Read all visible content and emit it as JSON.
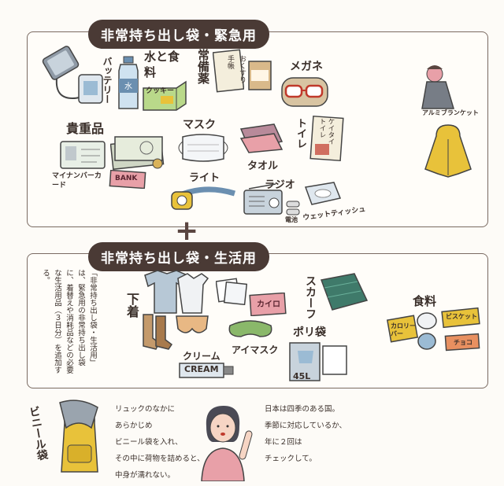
{
  "section1": {
    "title": "非常持ち出し袋・緊急用",
    "labels": {
      "battery": "バッテリー",
      "water_food": "水と食料",
      "cookie": "クッキー",
      "medicine": "常備薬",
      "medicine_notebook": "おくすり手帳",
      "glasses": "メガネ",
      "valuables": "貴重品",
      "my_number": "マイナンバーカード",
      "bank": "BANK",
      "mask": "マスク",
      "towel": "タオル",
      "toilet": "トイレ",
      "portable_toilet": "ケイタイトイレ",
      "light": "ライト",
      "radio": "ラジオ",
      "battery_cell": "電池",
      "wet_tissue": "ウェットティッシュ",
      "aluminum_blanket": "アルミブランケット"
    }
  },
  "plus_sign": "+",
  "section2": {
    "title": "非常持ち出し袋・生活用",
    "description": "「非常持ち出し袋・生活用」は、緊急用の非常持ち出し袋に、着替えや消耗品などの必要な生活用品（３日分）を追加する。",
    "labels": {
      "underwear": "下着",
      "kairo": "カイロ",
      "scarf": "スカーフ",
      "eye_mask": "アイマスク",
      "poly_bag": "ポリ袋",
      "bag_size": "45L",
      "cream": "クリーム",
      "cream_tube": "CREAM",
      "food": "食料",
      "calorie_bar": "カロリーバー",
      "biscuit": "ビスケット",
      "choco": "チョコ"
    }
  },
  "bottom": {
    "vinyl_bag_label": "ビニール袋",
    "note_left": [
      "リュックのなかに",
      "あらかじめ",
      "ビニール袋を入れ、",
      "その中に荷物を詰めると、",
      "中身が濡れない。"
    ],
    "note_right": [
      "日本は四季のある国。",
      "季節に対応しているか、",
      "年に２回は",
      "チェックして。"
    ]
  },
  "colors": {
    "banner": "#4a3a35",
    "border": "#7a6a62",
    "accent_yellow": "#e8c23a",
    "accent_pink": "#e8a0a8",
    "accent_green": "#8ab86a",
    "accent_blue": "#9bbbd4"
  }
}
